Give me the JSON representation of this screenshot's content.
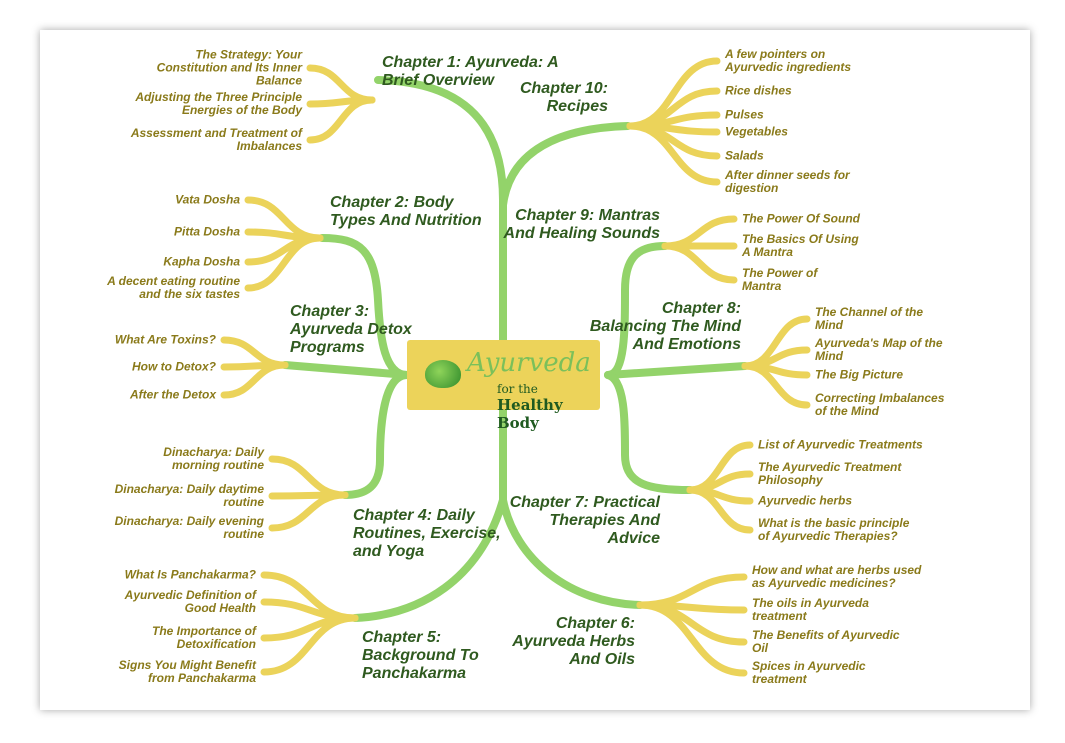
{
  "center": {
    "title": "Ayurveda",
    "subtitle_small": "for the",
    "subtitle": "Healthy Body",
    "icon": "mortar-pestle-leaf-icon"
  },
  "colors": {
    "chapter_branch": "#93d36a",
    "leaf_branch": "#ebd35a",
    "chapter_text": "#2f5a1f",
    "leaf_text": "#8a7a1a",
    "center_fill": "#ecd35a"
  },
  "chapters": [
    {
      "label": "Chapter 1: Ayurveda: A\nBrief Overview",
      "topics": [
        "The Strategy: Your\nConstitution and Its Inner\nBalance",
        "Adjusting the Three Principle\nEnergies of the Body",
        "Assessment and Treatment of\nImbalances"
      ]
    },
    {
      "label": "Chapter 2: Body\nTypes And Nutrition",
      "topics": [
        "Vata Dosha",
        "Pitta Dosha",
        "Kapha Dosha",
        "A decent eating routine\nand the six tastes"
      ]
    },
    {
      "label": "Chapter 3:\nAyurveda Detox\nPrograms",
      "topics": [
        "What Are Toxins?",
        "How to Detox?",
        "After the Detox"
      ]
    },
    {
      "label": "Chapter 4: Daily\nRoutines, Exercise,\nand Yoga",
      "topics": [
        "Dinacharya: Daily\nmorning routine",
        "Dinacharya: Daily daytime\nroutine",
        "Dinacharya: Daily evening\nroutine"
      ]
    },
    {
      "label": "Chapter 5:\nBackground To\nPanchakarma",
      "topics": [
        "What Is Panchakarma?",
        "Ayurvedic Definition of\nGood Health",
        "The Importance of\nDetoxification",
        "Signs You Might Benefit\nfrom Panchakarma"
      ]
    },
    {
      "label": "Chapter 6:\nAyurveda Herbs\nAnd Oils",
      "topics": [
        "How and what are herbs used\nas Ayurvedic medicines?",
        "The oils in Ayurveda\ntreatment",
        "The Benefits of Ayurvedic\nOil",
        "Spices in Ayurvedic\ntreatment"
      ]
    },
    {
      "label": "Chapter 7: Practical\nTherapies And\nAdvice",
      "topics": [
        "List of Ayurvedic Treatments",
        "The Ayurvedic Treatment\nPhilosophy",
        "Ayurvedic herbs",
        "What is the basic principle\nof Ayurvedic Therapies?"
      ]
    },
    {
      "label": "Chapter 8:\nBalancing The Mind\nAnd Emotions",
      "topics": [
        "The Channel of the\nMind",
        "Ayurveda's Map of the\nMind",
        "The Big Picture",
        "Correcting Imbalances\nof the Mind"
      ]
    },
    {
      "label": "Chapter 9: Mantras\nAnd Healing Sounds",
      "topics": [
        "The Power Of Sound",
        "The Basics Of Using\nA Mantra",
        "The Power of\nMantra"
      ]
    },
    {
      "label": "Chapter 10:\nRecipes",
      "topics": [
        "A few pointers on\nAyurvedic ingredients",
        "Rice dishes",
        "Pulses",
        "Vegetables",
        "Salads",
        "After dinner seeds for\ndigestion"
      ]
    }
  ]
}
